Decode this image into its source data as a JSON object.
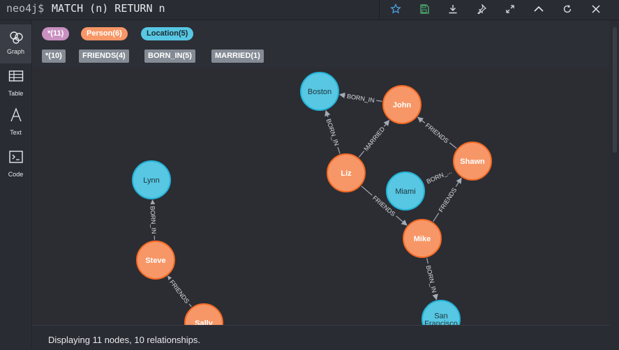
{
  "header": {
    "prompt": "neo4j$",
    "query": "MATCH (n) RETURN n"
  },
  "toolbar": {
    "icons": [
      "star-icon",
      "save-icon",
      "download-icon",
      "pin-icon",
      "expand-icon",
      "collapse-icon",
      "refresh-icon",
      "close-icon"
    ]
  },
  "sidebar": {
    "items": [
      {
        "label": "Graph",
        "icon": "graph-icon"
      },
      {
        "label": "Table",
        "icon": "table-icon"
      },
      {
        "label": "Text",
        "icon": "text-icon"
      },
      {
        "label": "Code",
        "icon": "code-icon"
      }
    ]
  },
  "labels": [
    {
      "text": "*(11)",
      "color": "#c990c0"
    },
    {
      "text": "Person(6)",
      "color": "#f79767"
    },
    {
      "text": "Location(5)",
      "color": "#57c7e3"
    }
  ],
  "relationships": [
    {
      "text": "*(10)"
    },
    {
      "text": "FRIENDS(4)"
    },
    {
      "text": "BORN_IN(5)"
    },
    {
      "text": "MARRIED(1)"
    }
  ],
  "graph": {
    "nodes": [
      {
        "id": "boston",
        "label": "Boston",
        "type": "Location"
      },
      {
        "id": "john",
        "label": "John",
        "type": "Person"
      },
      {
        "id": "shawn",
        "label": "Shawn",
        "type": "Person"
      },
      {
        "id": "liz",
        "label": "Liz",
        "type": "Person"
      },
      {
        "id": "miami",
        "label": "Miami",
        "type": "Location"
      },
      {
        "id": "mike",
        "label": "Mike",
        "type": "Person"
      },
      {
        "id": "lynn",
        "label": "Lynn",
        "type": "Location"
      },
      {
        "id": "steve",
        "label": "Steve",
        "type": "Person"
      },
      {
        "id": "sally",
        "label": "Sally",
        "type": "Person"
      },
      {
        "id": "sf",
        "label": "San Francisco",
        "type": "Location"
      }
    ],
    "edges": [
      {
        "from": "john",
        "to": "boston",
        "label": "BORN_IN"
      },
      {
        "from": "liz",
        "to": "boston",
        "label": "BORN_IN"
      },
      {
        "from": "liz",
        "to": "john",
        "label": "MARRIED"
      },
      {
        "from": "shawn",
        "to": "john",
        "label": "FRIENDS"
      },
      {
        "from": "shawn",
        "to": "miami",
        "label": "BORN_..."
      },
      {
        "from": "liz",
        "to": "mike",
        "label": "FRIENDS"
      },
      {
        "from": "mike",
        "to": "shawn",
        "label": "FRIENDS"
      },
      {
        "from": "mike",
        "to": "sf",
        "label": "BORN_IN"
      },
      {
        "from": "steve",
        "to": "lynn",
        "label": "BORN_IN"
      },
      {
        "from": "sally",
        "to": "steve",
        "label": "FRIENDS"
      }
    ],
    "colors": {
      "Person": "#f79767",
      "Location": "#57c7e3",
      "PersonBorder": "#f36924",
      "LocationBorder": "#23b3d7"
    }
  },
  "footer": {
    "status": "Displaying 11 nodes, 10 relationships."
  }
}
